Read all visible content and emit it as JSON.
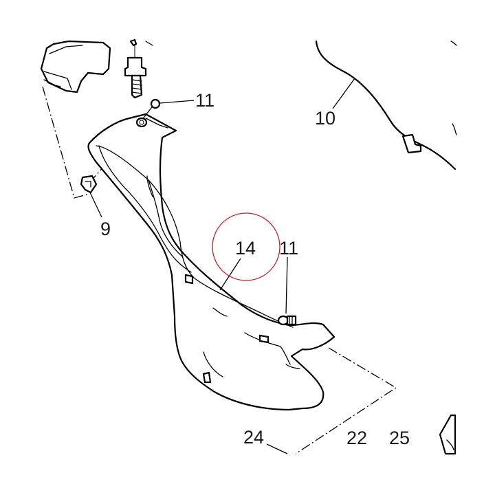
{
  "callouts": {
    "c9": "9",
    "c10": "10",
    "c11_top": "11",
    "c11_mid": "11",
    "c14": "14",
    "c22": "22",
    "c24": "24",
    "c25": "25"
  },
  "highlight": {
    "target": "14",
    "color": "#c8202f"
  }
}
